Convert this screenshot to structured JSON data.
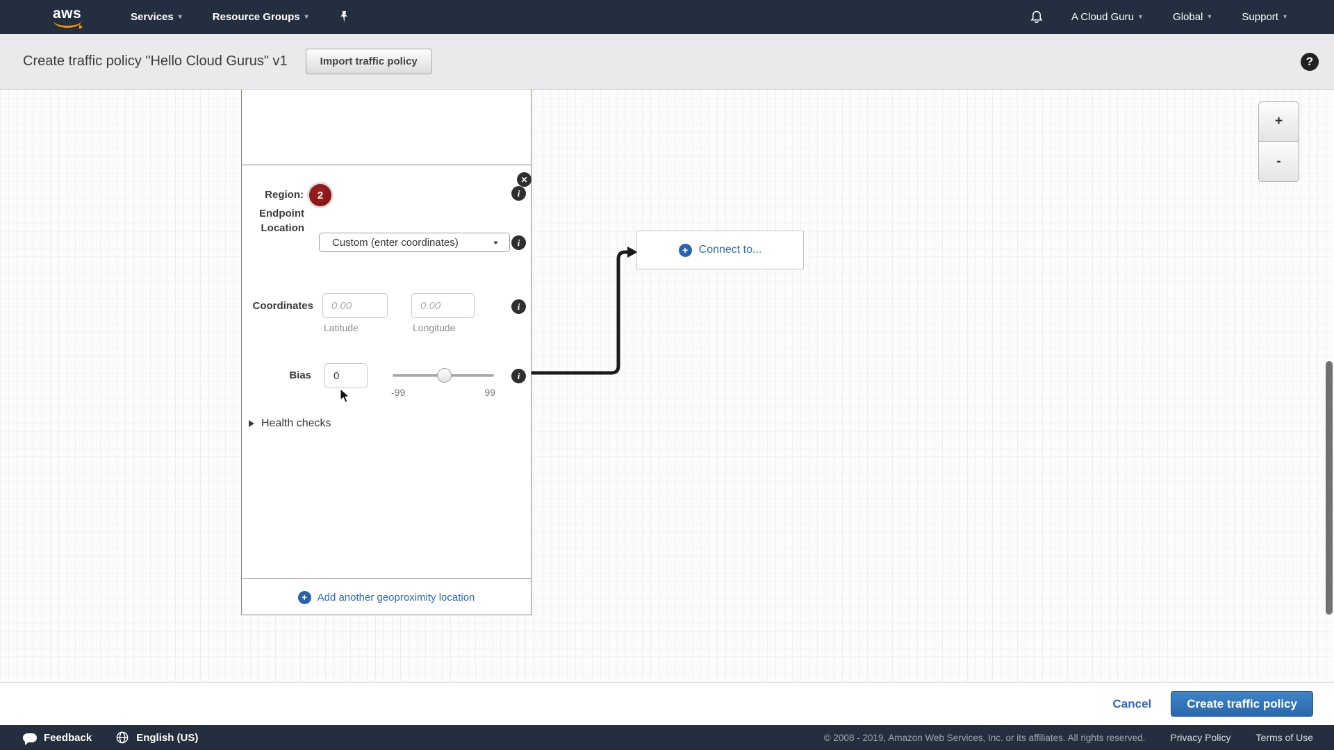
{
  "topnav": {
    "logo_text": "aws",
    "services": "Services",
    "resource_groups": "Resource Groups",
    "account": "A Cloud Guru",
    "region": "Global",
    "support": "Support",
    "caret_glyph": "▾"
  },
  "header": {
    "title": "Create traffic policy \"Hello Cloud Gurus\" v1",
    "import_button": "Import traffic policy",
    "help_glyph": "?"
  },
  "panel": {
    "region_label": "Region:",
    "region_badge": "2",
    "close_glyph": "✕",
    "info_glyph": "i",
    "endpoint_label_line1": "Endpoint",
    "endpoint_label_line2": "Location",
    "endpoint_value": "Custom (enter coordinates)",
    "select_caret_glyph": "▼",
    "coordinates_label": "Coordinates",
    "latitude_placeholder": "0.00",
    "longitude_placeholder": "0.00",
    "latitude_caption": "Latitude",
    "longitude_caption": "Longitude",
    "bias_label": "Bias",
    "bias_value": "0",
    "slider_min": "-99",
    "slider_max": "99",
    "health_checks_label": "Health checks",
    "add_location_label": "Add another geoproximity location",
    "plus_glyph": "+"
  },
  "canvas": {
    "connect_to_label": "Connect to...",
    "zoom_in_glyph": "+",
    "zoom_out_glyph": "-"
  },
  "footer": {
    "cancel_label": "Cancel",
    "create_label": "Create traffic policy"
  },
  "bottombar": {
    "feedback_label": "Feedback",
    "language_label": "English (US)",
    "copyright": "© 2008 - 2019, Amazon Web Services, Inc. or its affiliates. All rights reserved.",
    "privacy_label": "Privacy Policy",
    "terms_label": "Terms of Use"
  },
  "colors": {
    "nav_bg": "#232f3e",
    "accent_orange": "#f79400",
    "link_blue": "#2e67b8",
    "badge_red": "#7e1111",
    "button_blue": "#2a67ad",
    "panel_border": "#7d7f96"
  }
}
